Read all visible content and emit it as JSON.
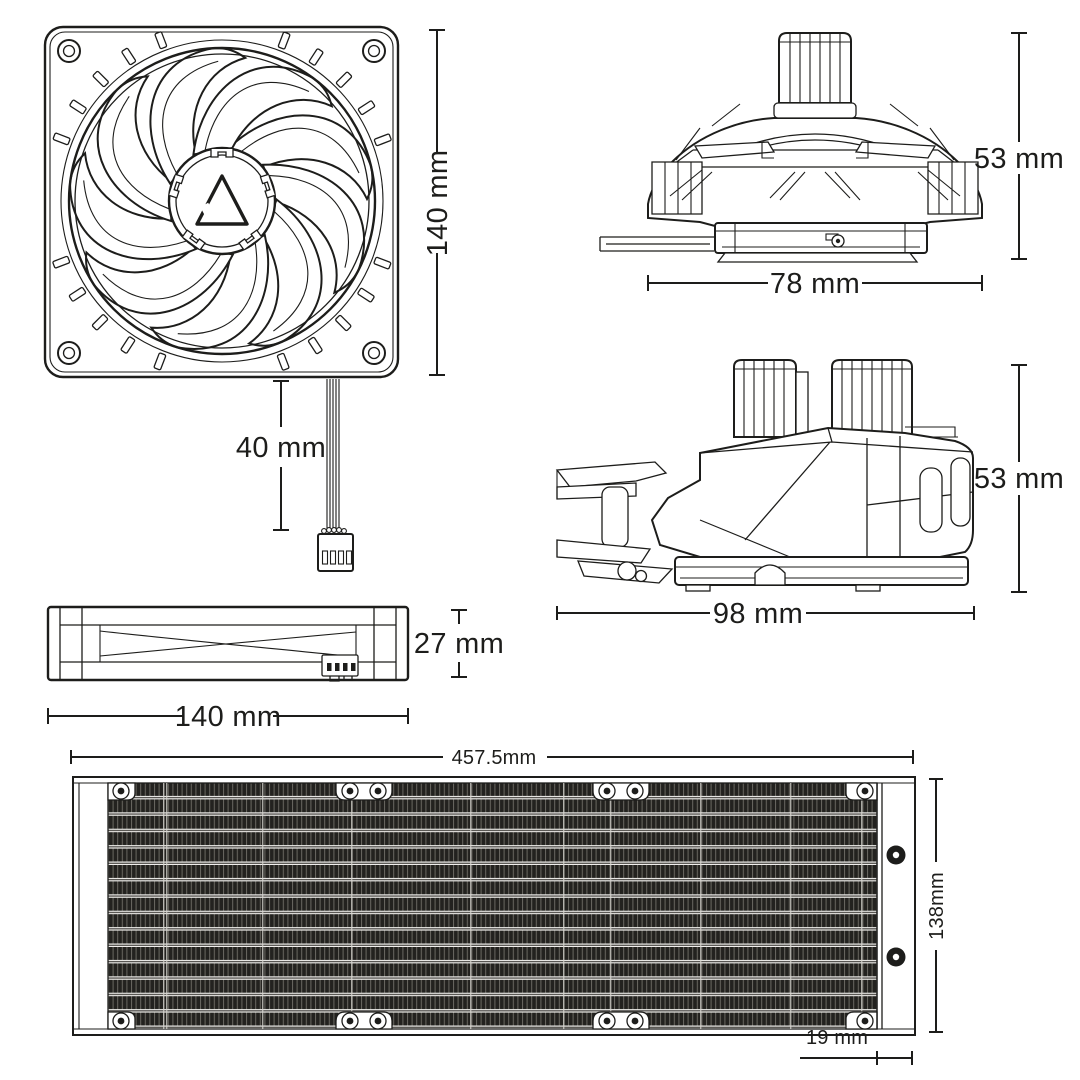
{
  "page": {
    "background": "#ffffff",
    "ink": "#1d1d1b",
    "fin_dark": "#23221f",
    "fin_light": "#6a6862",
    "description_icons": {
      "hub_logo": "arctic-triangle-logo",
      "connector": "4-pin-fan-connector-icon"
    }
  },
  "dimensions": {
    "fan_size": {
      "value": 140,
      "unit": "mm",
      "label": "140 mm"
    },
    "cable_length": {
      "value": 40,
      "unit": "mm",
      "label": "40 mm"
    },
    "fan_thickness": {
      "value": 27,
      "unit": "mm",
      "label": "27 mm"
    },
    "fan_width": {
      "value": 140,
      "unit": "mm",
      "label": "140 mm"
    },
    "pump_height": {
      "value": 53,
      "unit": "mm",
      "label": "53 mm"
    },
    "pump_width": {
      "value": 78,
      "unit": "mm",
      "label": "78 mm"
    },
    "pump_side_height": {
      "value": 53,
      "unit": "mm",
      "label": "53 mm"
    },
    "pump_depth": {
      "value": 98,
      "unit": "mm",
      "label": "98 mm"
    },
    "radiator_length": {
      "value": 457.5,
      "unit": "mm",
      "label": "457.5mm"
    },
    "radiator_width": {
      "value": 138,
      "unit": "mm",
      "label": "138mm"
    },
    "radiator_tank": {
      "value": 19,
      "unit": "mm",
      "label": "19 mm"
    }
  }
}
